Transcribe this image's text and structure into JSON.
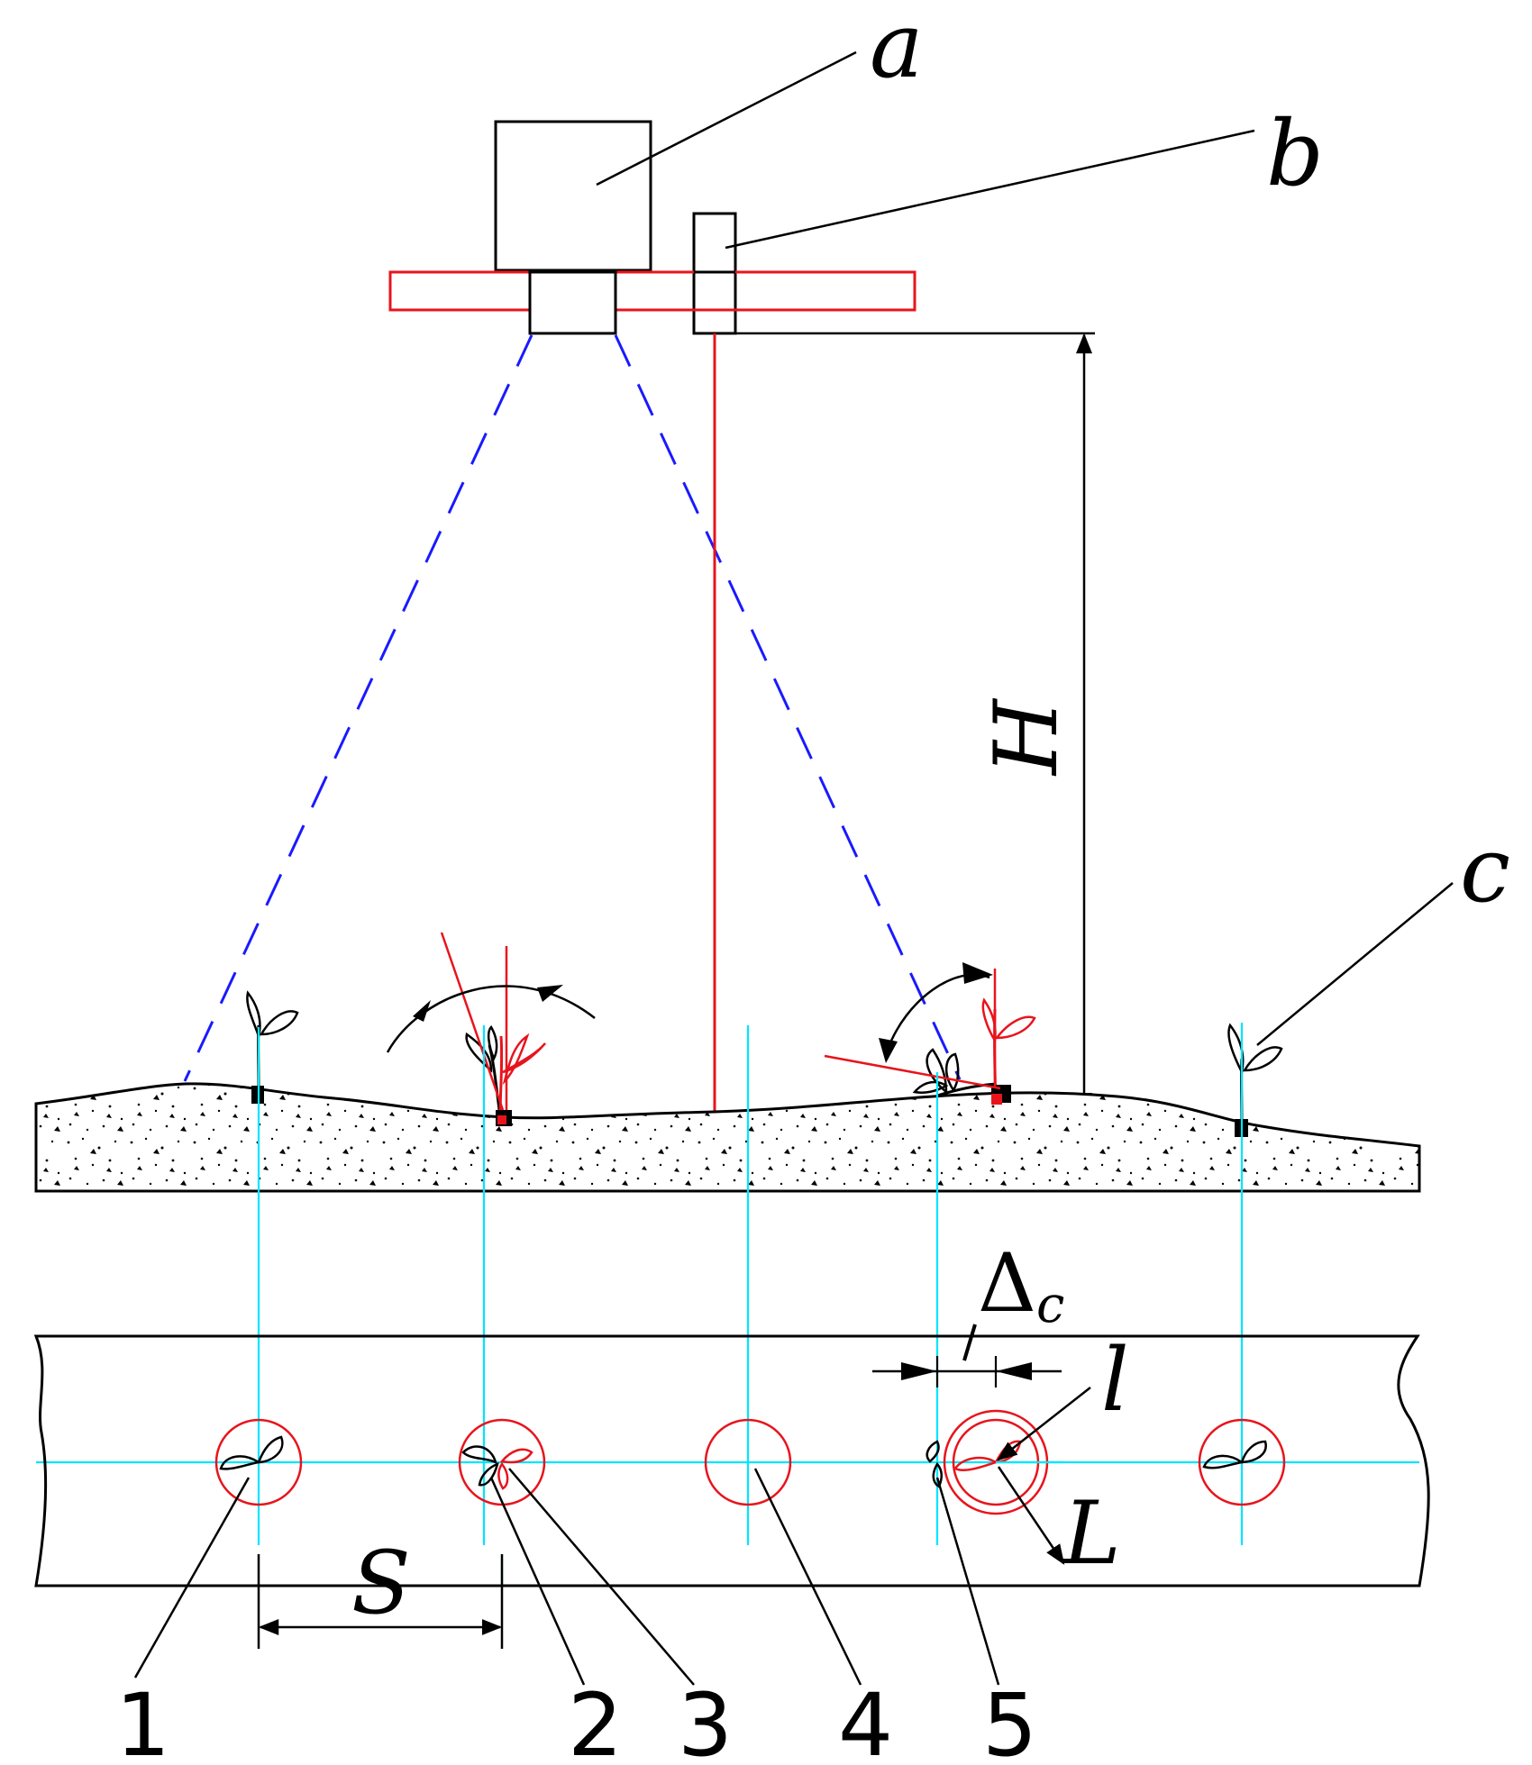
{
  "diagram": {
    "labels": {
      "a": "a",
      "b": "b",
      "c": "c",
      "H": "H",
      "S": "S",
      "delta": "Δ",
      "delta_sub": "c",
      "l": "l",
      "L": "L"
    },
    "numbers": [
      "1",
      "2",
      "3",
      "4",
      "5"
    ],
    "colors": {
      "ink": "#000000",
      "red": "#e8141c",
      "blue": "#1a1aff",
      "cyan": "#00e5ff"
    }
  }
}
